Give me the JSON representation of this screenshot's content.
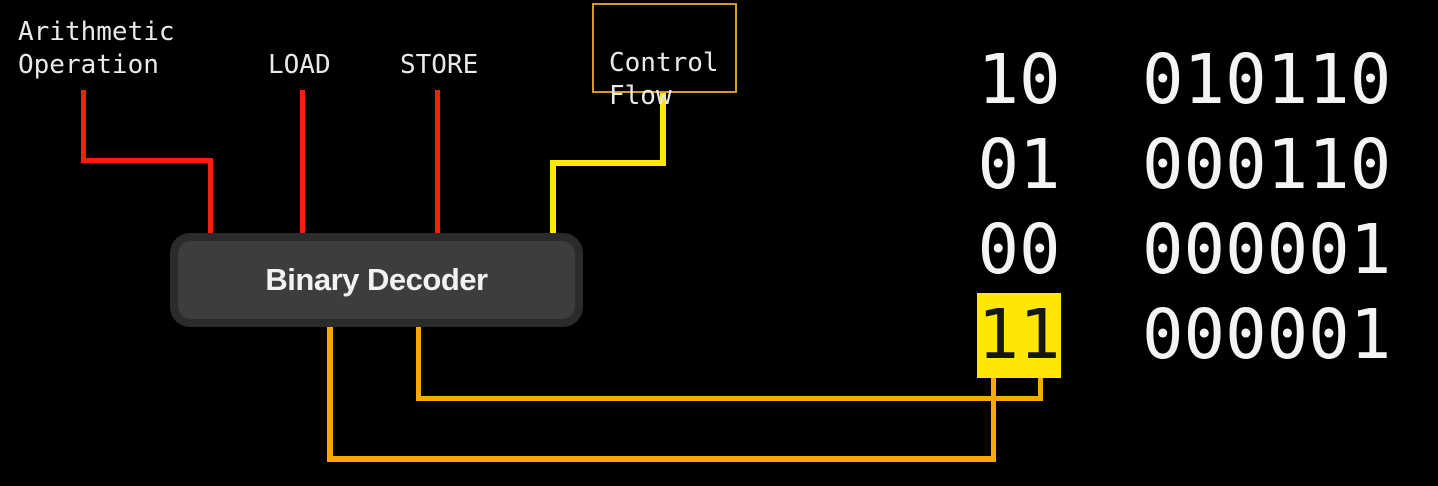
{
  "inputs": {
    "arithmetic": {
      "label": "Arithmetic\nOperation"
    },
    "load": {
      "label": "LOAD"
    },
    "store": {
      "label": "STORE"
    },
    "control_flow": {
      "label": "Control\nFlow"
    }
  },
  "decoder": {
    "label": "Binary Decoder"
  },
  "opcode_table": {
    "rows": [
      {
        "opcode": "10",
        "encoding": "010110",
        "highlighted": false
      },
      {
        "opcode": "01",
        "encoding": "000110",
        "highlighted": false
      },
      {
        "opcode": "00",
        "encoding": "000001",
        "highlighted": false
      },
      {
        "opcode": "11",
        "encoding": "000001",
        "highlighted": true
      }
    ],
    "highlighted_opcode": "11"
  },
  "colors": {
    "background": "#000000",
    "label_text": "#e9e9e9",
    "digit_text": "#f4f4f4",
    "wire_red": "#f5200a",
    "wire_yellow": "#fde805",
    "wire_orange": "#f8a902",
    "control_box_border": "#d49b1d",
    "decoder_outer": "#2b2b2b",
    "decoder_inner": "#3d3d3d",
    "decoder_text": "#f2f2f2",
    "highlight_fill": "#ffe605",
    "highlight_text": "#161616"
  }
}
